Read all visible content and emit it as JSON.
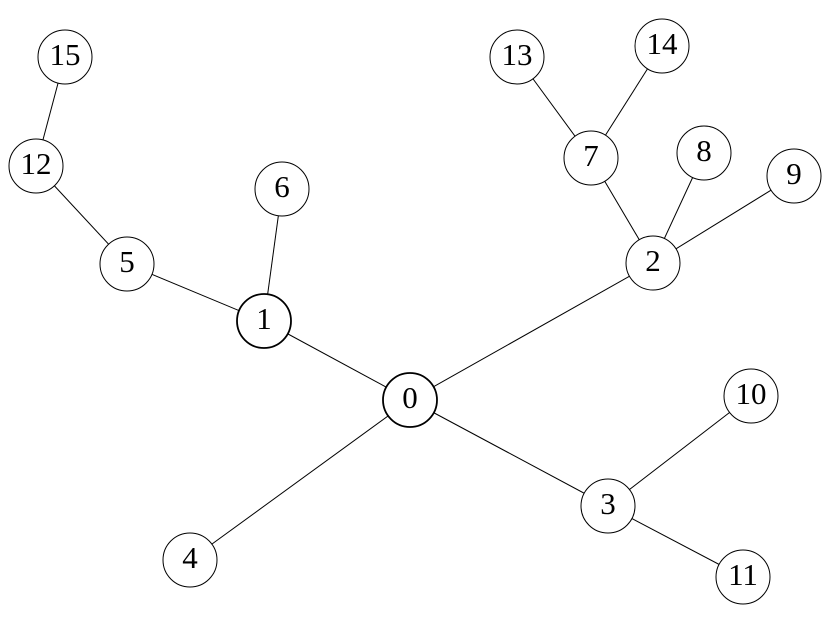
{
  "diagram": {
    "type": "tree",
    "root": "0",
    "colors": {
      "edge": "#000000",
      "node_fill": "#ffffff",
      "node_stroke": "#000000"
    },
    "nodes": [
      {
        "id": "0",
        "label": "0",
        "emphasized": true
      },
      {
        "id": "1",
        "label": "1",
        "emphasized": true
      },
      {
        "id": "2",
        "label": "2",
        "emphasized": false
      },
      {
        "id": "3",
        "label": "3",
        "emphasized": false
      },
      {
        "id": "4",
        "label": "4",
        "emphasized": false
      },
      {
        "id": "5",
        "label": "5",
        "emphasized": false
      },
      {
        "id": "6",
        "label": "6",
        "emphasized": false
      },
      {
        "id": "7",
        "label": "7",
        "emphasized": false
      },
      {
        "id": "8",
        "label": "8",
        "emphasized": false
      },
      {
        "id": "9",
        "label": "9",
        "emphasized": false
      },
      {
        "id": "10",
        "label": "10",
        "emphasized": false
      },
      {
        "id": "11",
        "label": "11",
        "emphasized": false
      },
      {
        "id": "12",
        "label": "12",
        "emphasized": false
      },
      {
        "id": "13",
        "label": "13",
        "emphasized": false
      },
      {
        "id": "14",
        "label": "14",
        "emphasized": false
      },
      {
        "id": "15",
        "label": "15",
        "emphasized": false
      }
    ],
    "edges": [
      {
        "from": "0",
        "to": "1"
      },
      {
        "from": "0",
        "to": "2"
      },
      {
        "from": "0",
        "to": "3"
      },
      {
        "from": "0",
        "to": "4"
      },
      {
        "from": "1",
        "to": "5"
      },
      {
        "from": "1",
        "to": "6"
      },
      {
        "from": "2",
        "to": "7"
      },
      {
        "from": "2",
        "to": "8"
      },
      {
        "from": "2",
        "to": "9"
      },
      {
        "from": "3",
        "to": "10"
      },
      {
        "from": "3",
        "to": "11"
      },
      {
        "from": "5",
        "to": "12"
      },
      {
        "from": "7",
        "to": "13"
      },
      {
        "from": "7",
        "to": "14"
      },
      {
        "from": "12",
        "to": "15"
      }
    ]
  }
}
